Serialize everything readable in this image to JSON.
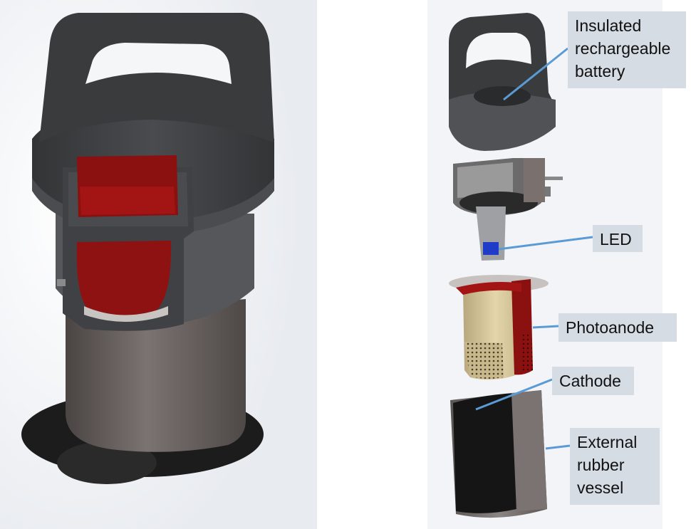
{
  "labels": {
    "battery": [
      "Insulated",
      "rechargeable",
      "battery"
    ],
    "led": "LED",
    "photoanode": "Photoanode",
    "cathode": "Cathode",
    "vessel": [
      "External",
      "rubber",
      "vessel"
    ]
  },
  "colors": {
    "label_bg": "#d6dce4",
    "leader_line": "#5b9bd5",
    "dark_grey": "#3a3b3d",
    "medium_grey": "#55575a",
    "red_accent": "#8b1010",
    "tube_grey": "#6e6866",
    "photoanode_tan": "#d8c79a",
    "cathode_black": "#151515",
    "led_blue": "#1e3cc8"
  }
}
